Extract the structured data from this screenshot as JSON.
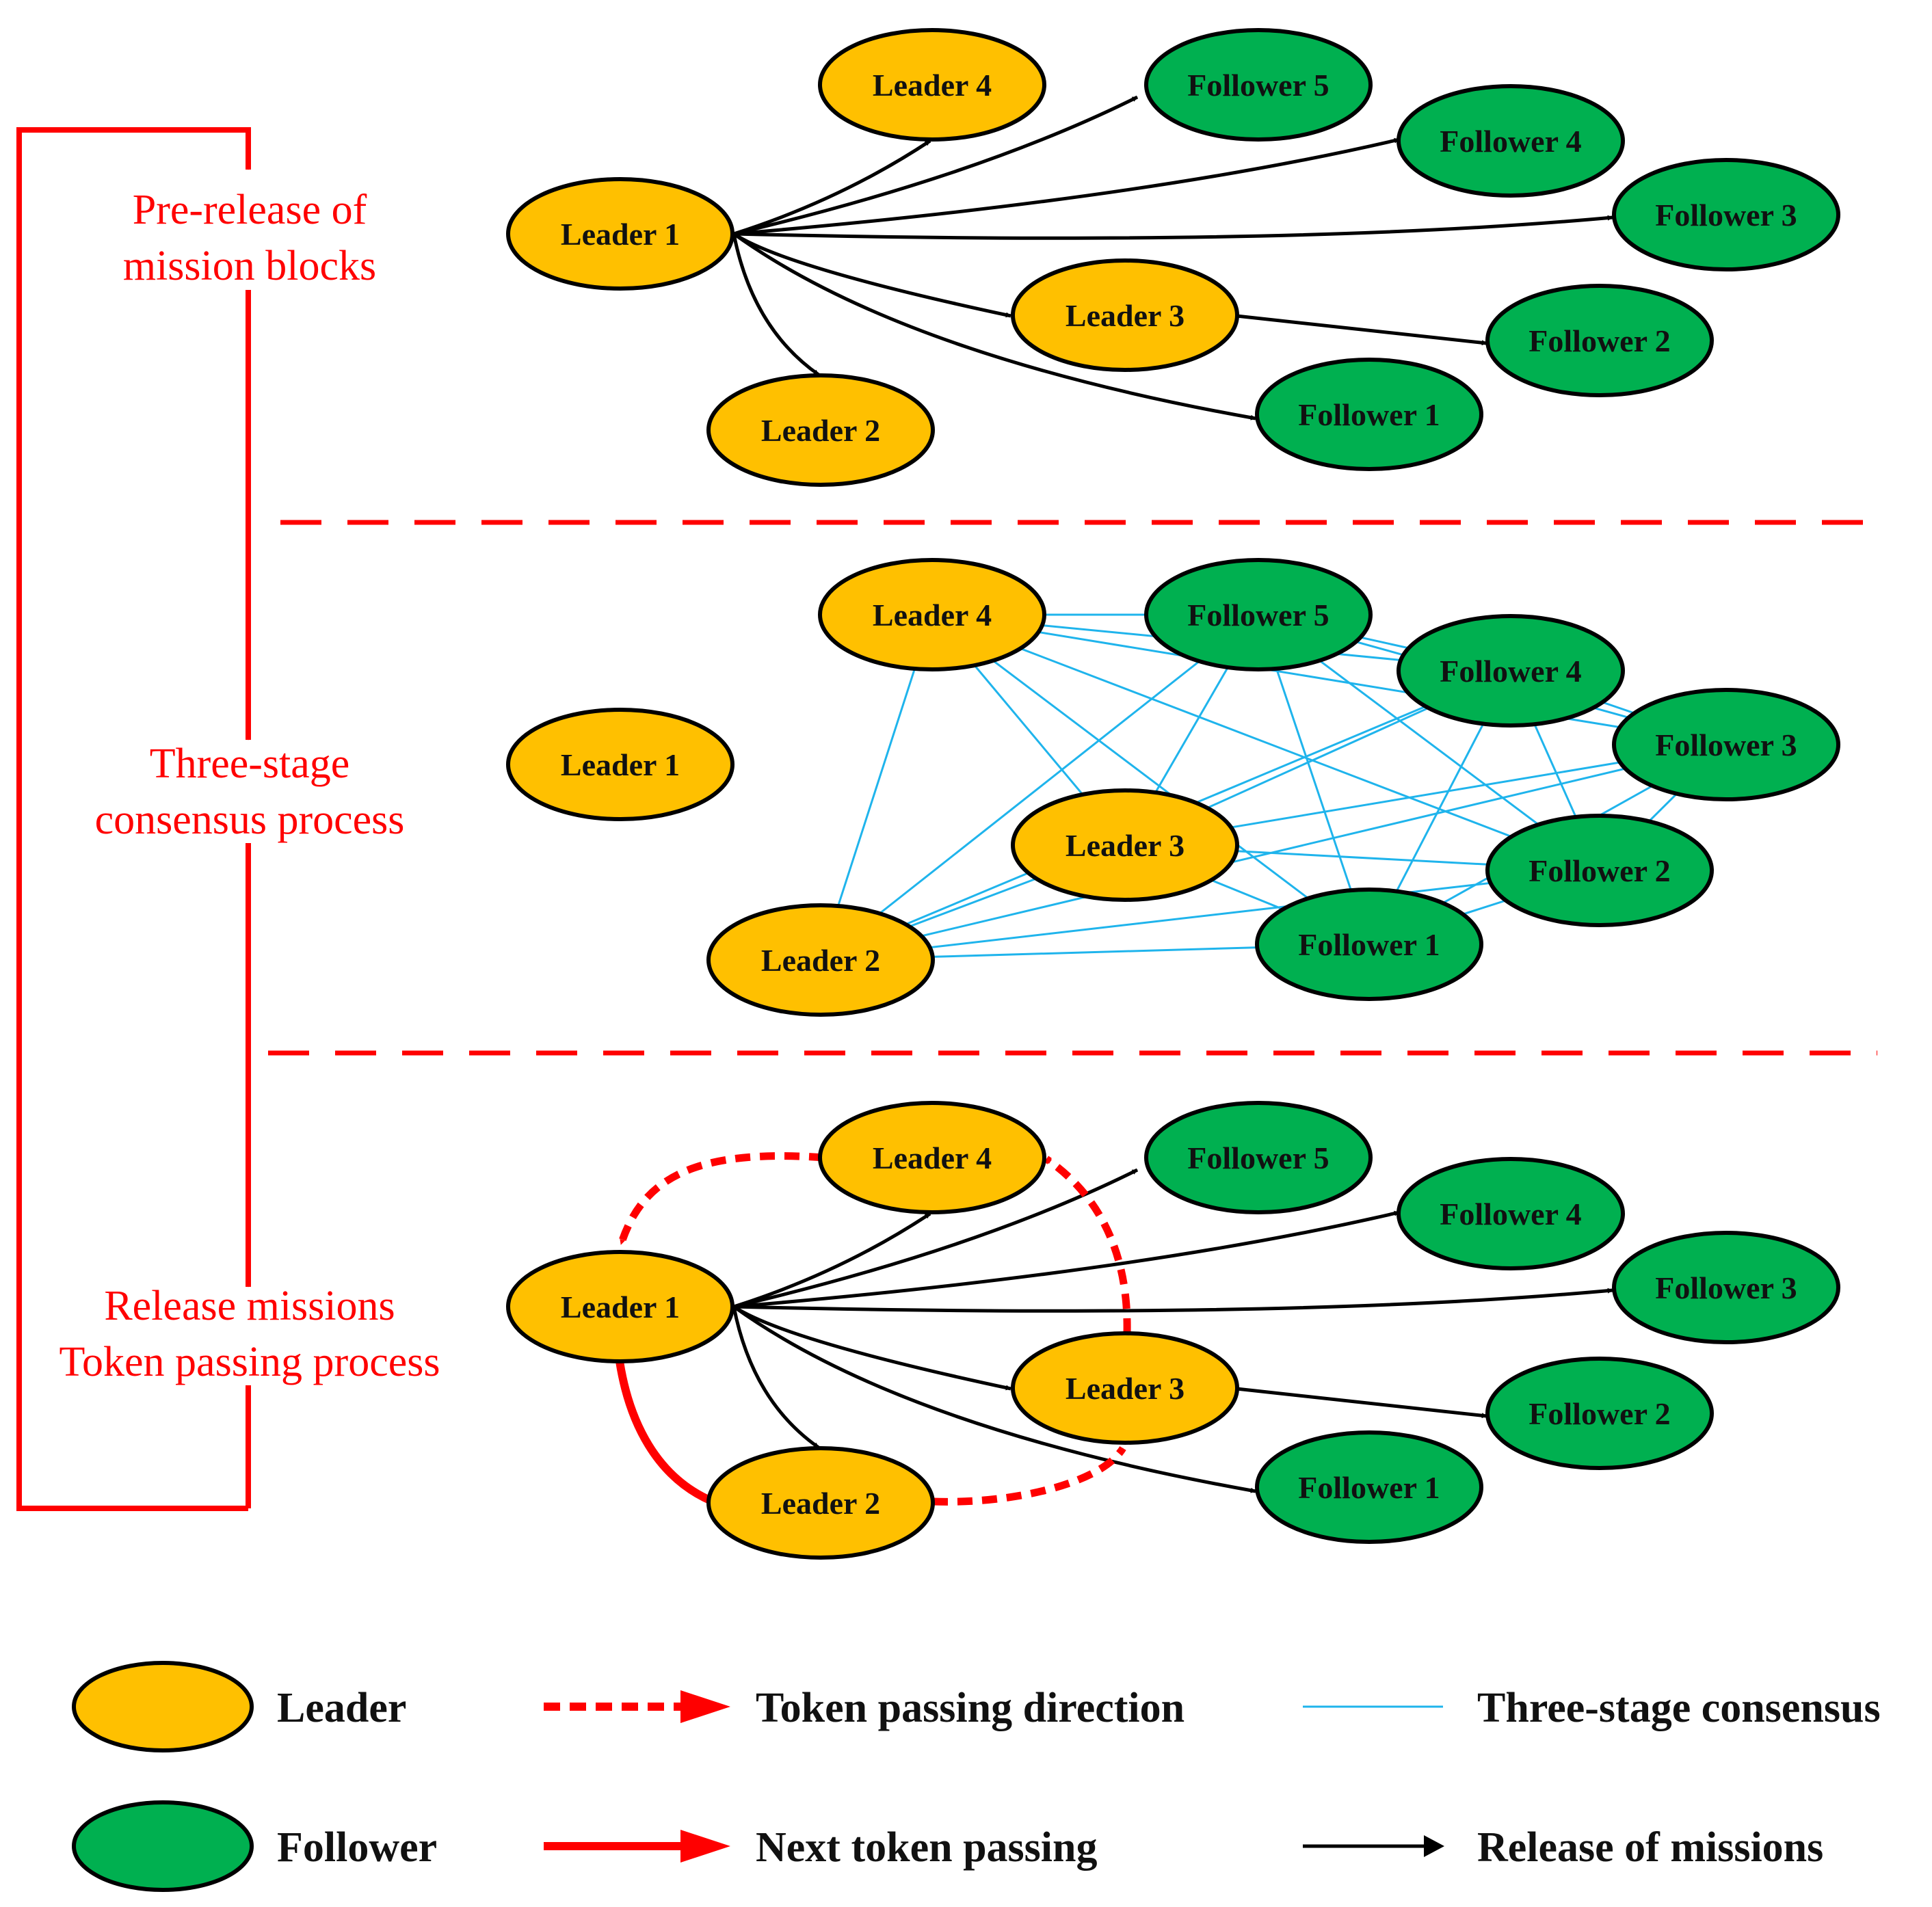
{
  "colors": {
    "leader": "#ffc000",
    "follower": "#00b050",
    "outline": "#000000",
    "stage_text": "#ff0000",
    "token": "#ff0000",
    "consensus": "#1fb4ec",
    "release": "#000000"
  },
  "nodes": {
    "L1": "Leader 1",
    "L2": "Leader 2",
    "L3": "Leader 3",
    "L4": "Leader 4",
    "F1": "Follower 1",
    "F2": "Follower 2",
    "F3": "Follower 3",
    "F4": "Follower 4",
    "F5": "Follower 5"
  },
  "stages": [
    {
      "lines": [
        "Pre-release of",
        "mission blocks"
      ]
    },
    {
      "lines": [
        "Three-stage",
        "consensus process"
      ]
    },
    {
      "lines": [
        "Release missions",
        "Token passing process"
      ]
    }
  ],
  "legend": {
    "leader": "Leader",
    "follower": "Follower",
    "token_direction": "Token passing direction",
    "next_token": "Next token passing",
    "consensus": "Three-stage consensus",
    "release": "Release of missions"
  }
}
